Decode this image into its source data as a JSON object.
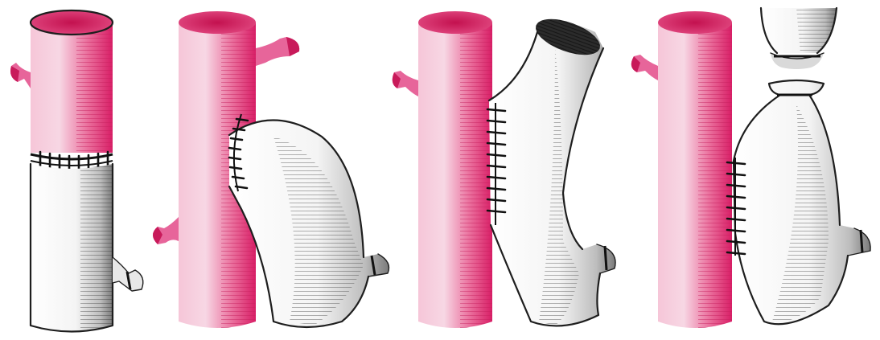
{
  "figure": {
    "panels": [
      {
        "id": "panel-1",
        "technique": "end-to-end-anastomosis"
      },
      {
        "id": "panel-2",
        "technique": "end-to-side-anastomosis"
      },
      {
        "id": "panel-3",
        "technique": "end-to-side-anastomosis"
      },
      {
        "id": "panel-4",
        "technique": "side-to-side-anastomosis-with-ligated-stump"
      }
    ],
    "colors": {
      "pink_vessel": "#e0407a",
      "pink_light": "#f3bcd2",
      "grey_vessel": "#f2f2f2",
      "hatch": "#2a2a2a",
      "outline": "#1e1e1e"
    }
  }
}
